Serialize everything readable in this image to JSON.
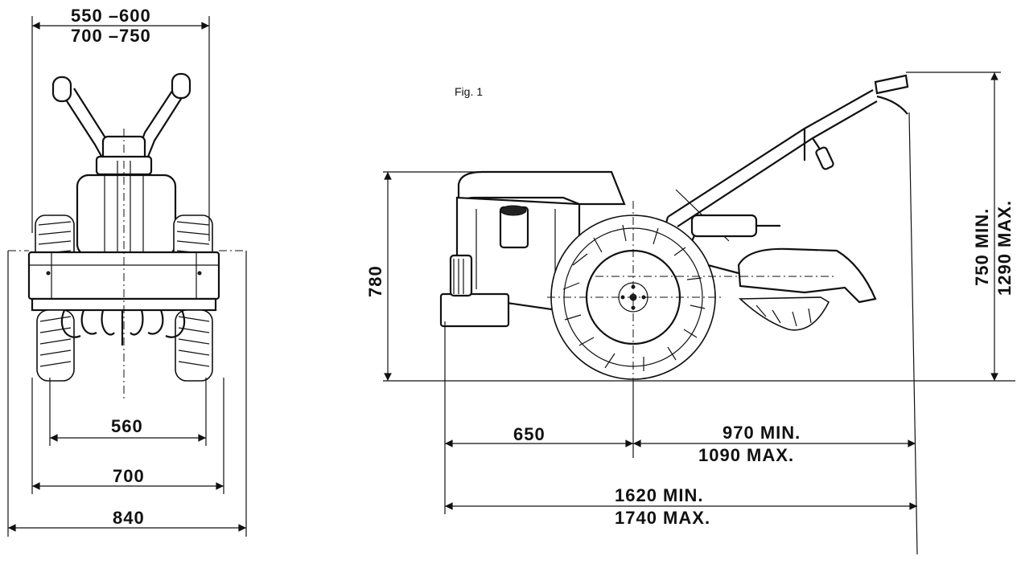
{
  "figure": {
    "caption": "Fig. 1"
  },
  "front_view": {
    "top_width": [
      "550 –600",
      "700 –750"
    ],
    "track_inner": "560",
    "track_outer": "700",
    "overall_width": "840"
  },
  "side_view": {
    "height": "780",
    "handle_height": [
      "750 MIN.",
      "1290 MAX."
    ],
    "front_to_axle": "650",
    "axle_to_handle": [
      "970 MIN.",
      "1090 MAX."
    ],
    "overall_length": [
      "1620 MIN.",
      "1740 MAX."
    ]
  }
}
